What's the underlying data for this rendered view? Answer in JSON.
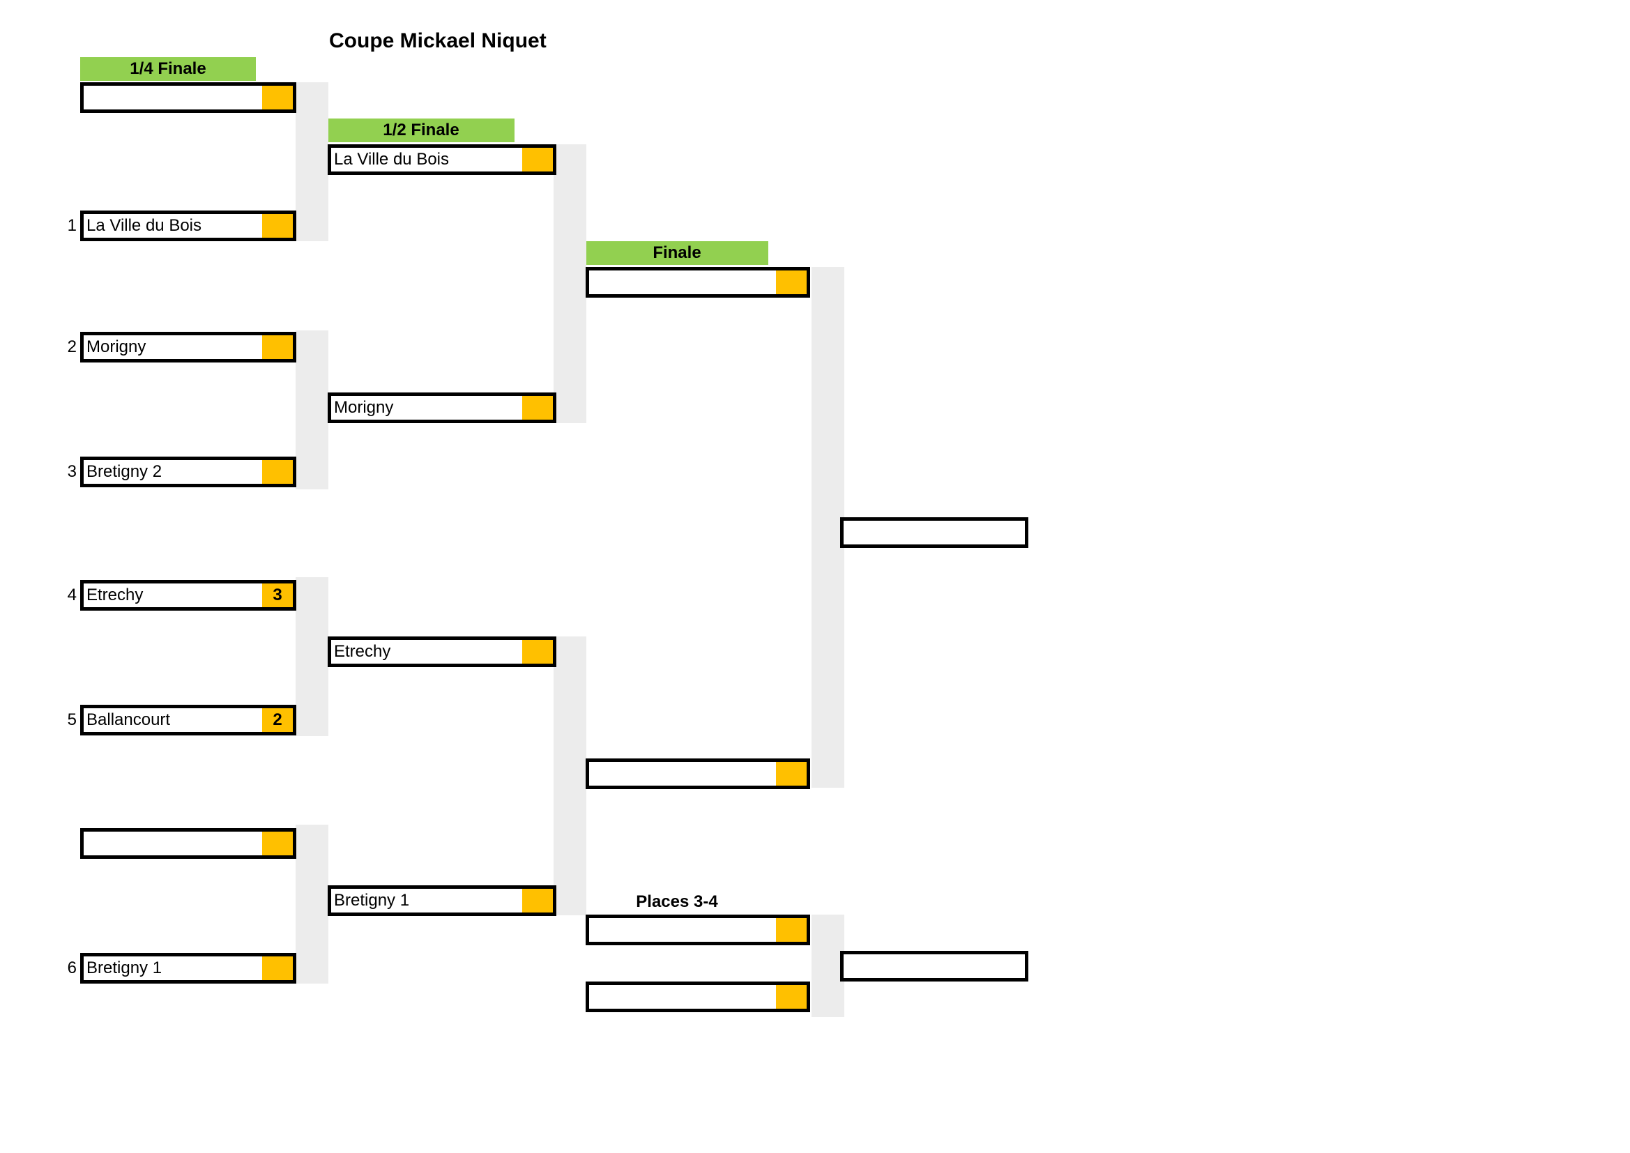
{
  "title": "Coupe Mickael Niquet",
  "colors": {
    "round_header_green": "#92D050",
    "score_cell_yellow": "#FFC000",
    "connector_gray": "#ECECEC",
    "border_black": "#000000",
    "background_white": "#FFFFFF"
  },
  "headers": {
    "quarter": "1/4 Finale",
    "semi": "1/2 Finale",
    "final": "Finale",
    "places_3_4": "Places 3-4"
  },
  "rounds": {
    "quarter_finals": [
      {
        "seed": "",
        "team": "",
        "score": ""
      },
      {
        "seed": "1",
        "team": "La Ville du Bois",
        "score": ""
      },
      {
        "seed": "2",
        "team": "Morigny",
        "score": ""
      },
      {
        "seed": "3",
        "team": "Bretigny 2",
        "score": ""
      },
      {
        "seed": "4",
        "team": "Etrechy",
        "score": "3"
      },
      {
        "seed": "5",
        "team": "Ballancourt",
        "score": "2"
      },
      {
        "seed": "",
        "team": "",
        "score": ""
      },
      {
        "seed": "6",
        "team": "Bretigny 1",
        "score": ""
      }
    ],
    "semi_finals": [
      {
        "team": "La Ville du Bois",
        "score": ""
      },
      {
        "team": "Morigny",
        "score": ""
      },
      {
        "team": "Etrechy",
        "score": ""
      },
      {
        "team": "Bretigny 1",
        "score": ""
      }
    ],
    "finals": [
      {
        "team": "",
        "score": ""
      },
      {
        "team": "",
        "score": ""
      }
    ],
    "places_3_4_matches": [
      {
        "team": "",
        "score": ""
      },
      {
        "team": "",
        "score": ""
      }
    ],
    "winner_champion": {
      "team": ""
    },
    "winner_third_place": {
      "team": ""
    }
  }
}
